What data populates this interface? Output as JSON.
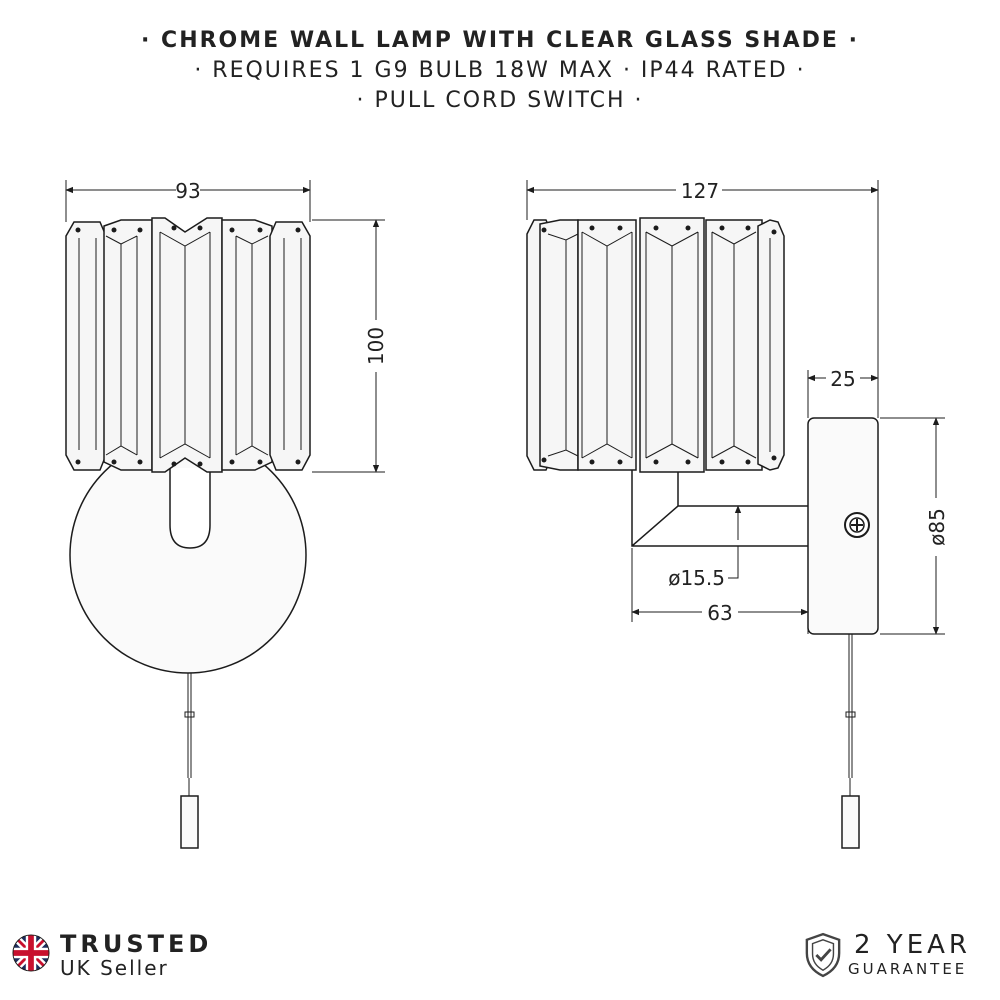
{
  "header": {
    "line1": "· CHROME WALL LAMP WITH CLEAR GLASS SHADE ·",
    "line2": "· REQUIRES 1  G9  BULB 18W MAX · IP44 RATED ·",
    "line3": "· PULL CORD SWITCH ·"
  },
  "dimensions": {
    "front_width": "93",
    "front_height": "100",
    "side_width": "127",
    "backplate_depth": "25",
    "backplate_diameter": "ø85",
    "arm_diameter": "ø15.5",
    "arm_length": "63"
  },
  "badges": {
    "trusted_line1": "TRUSTED",
    "trusted_line2": "UK Seller",
    "guarantee_line1": "2 YEAR",
    "guarantee_line2": "GUARANTEE"
  },
  "colors": {
    "line": "#1c1c1c",
    "shade_fill": "#f4f4f4",
    "flag_blue": "#1d2d5c",
    "flag_red": "#c8102e"
  },
  "icons": [
    "uk-flag-icon",
    "shield-check-icon",
    "screw-icon"
  ]
}
